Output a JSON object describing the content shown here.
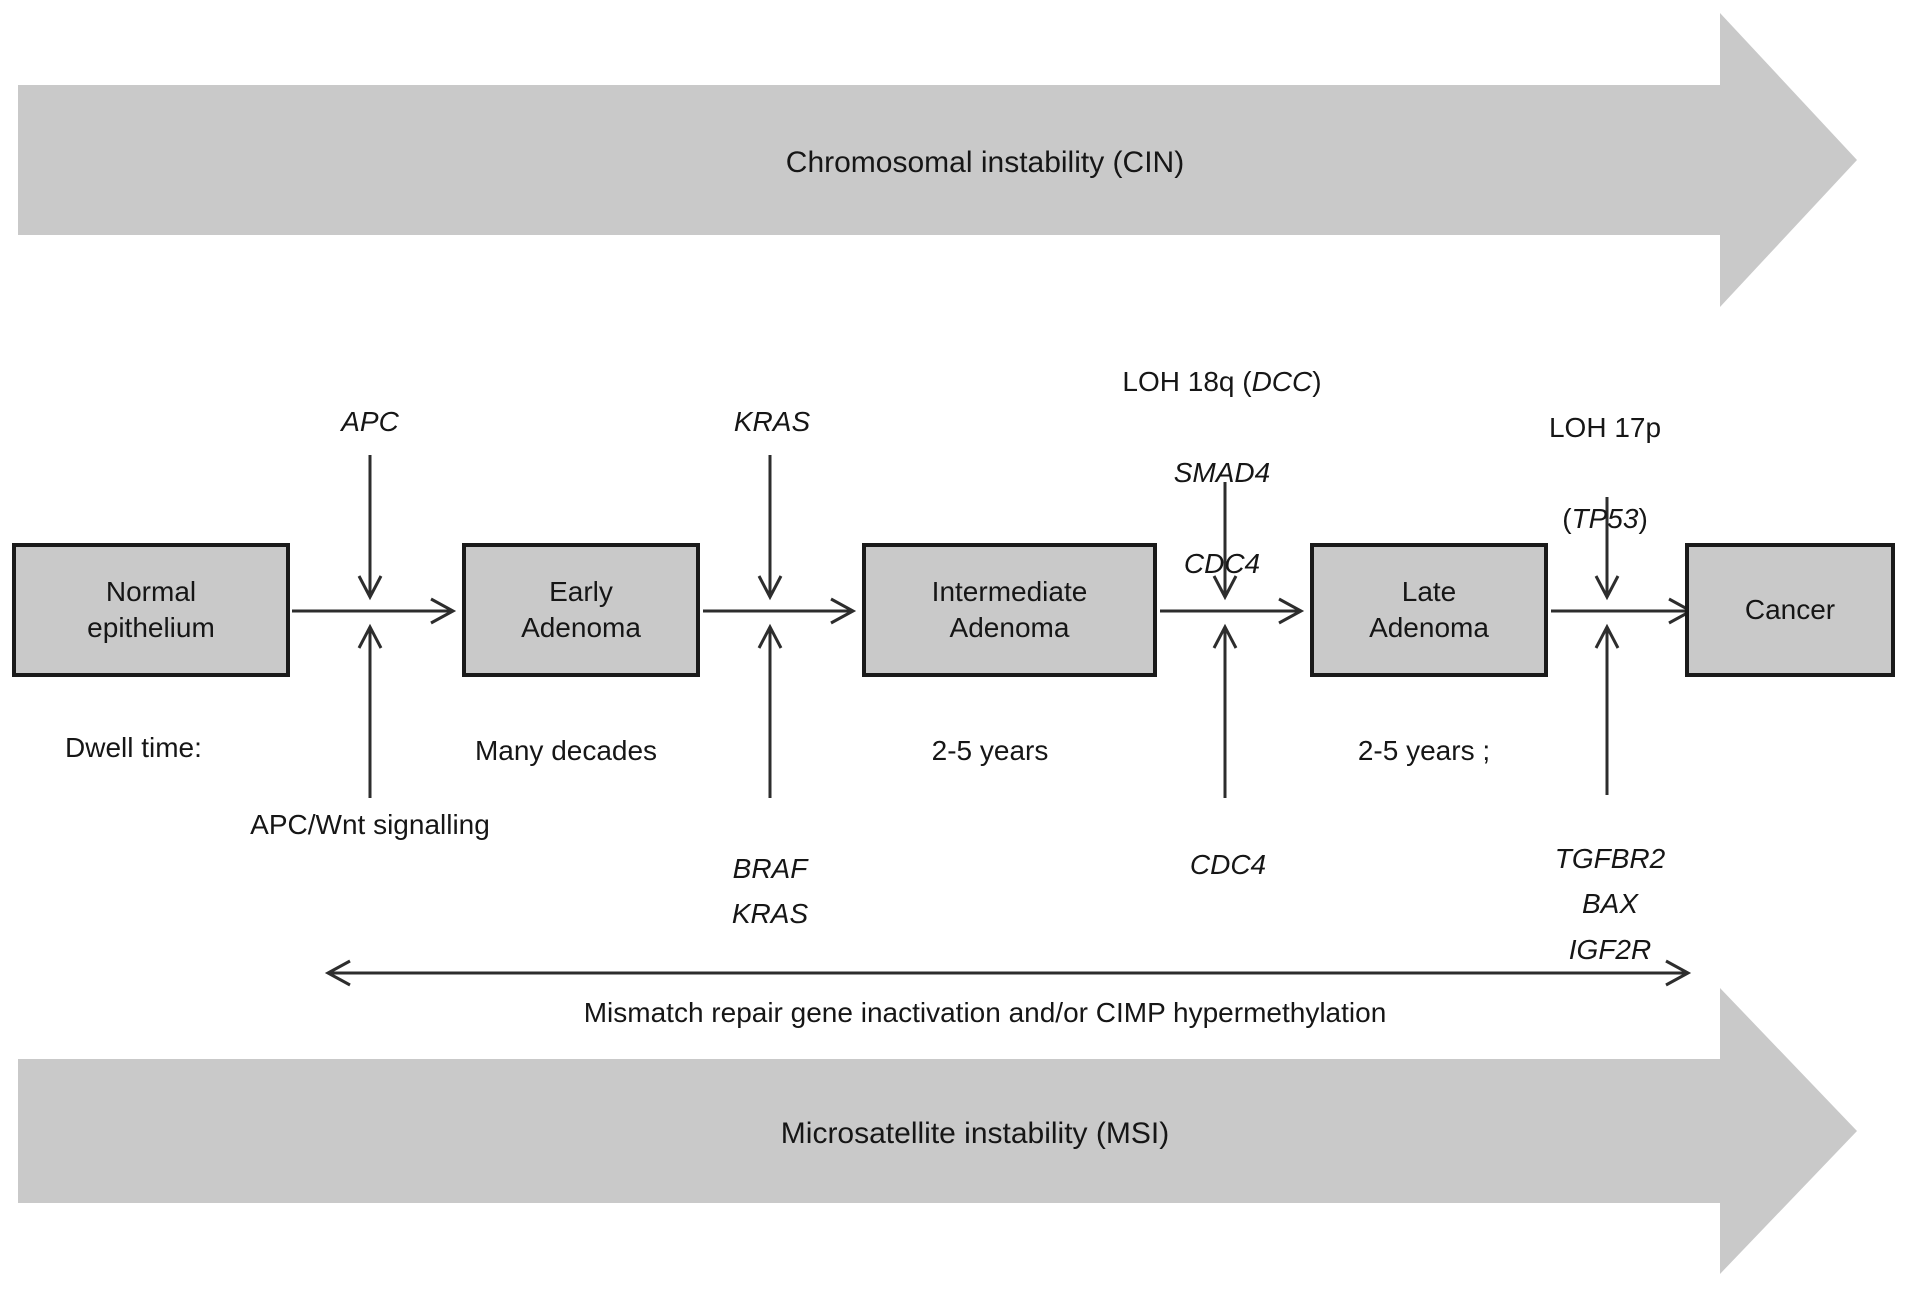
{
  "colors": {
    "band_arrow_fill": "#c9c9c9",
    "box_fill": "#c9c9c9",
    "box_border": "#1a1a1a",
    "line_stroke": "#2d2d2d",
    "text": "#161616"
  },
  "bands": {
    "cin_label": "Chromosomal instability (CIN)",
    "msi_label": "Microsatellite instability (MSI)"
  },
  "stages": [
    {
      "label": "Normal\nepithelium"
    },
    {
      "label": "Early\nAdenoma"
    },
    {
      "label": "Intermediate\nAdenoma"
    },
    {
      "label": "Late\nAdenoma"
    },
    {
      "label": "Cancer"
    }
  ],
  "genes_above": {
    "apc": "APC",
    "kras": "KRAS",
    "loh18q": {
      "line1_prefix": "LOH 18q (",
      "line1_gene": "DCC",
      "line1_suffix": ")",
      "line2": "SMAD4",
      "line3": "CDC4"
    },
    "loh17p": {
      "line1": "LOH 17p",
      "line2_prefix": "(",
      "line2_gene": "TP53",
      "line2_suffix": ")"
    }
  },
  "genes_below": {
    "apc_wnt": "APC/Wnt signalling",
    "braf_kras": "BRAF\nKRAS",
    "cdc4": "CDC4",
    "tgfbr2_block": "TGFBR2\nBAX\nIGF2R"
  },
  "dwell": {
    "label": "Dwell time:",
    "values": [
      "Many decades",
      "2-5 years",
      "2-5 years ;"
    ]
  },
  "mmr_label": "Mismatch repair gene inactivation and/or CIMP hypermethylation"
}
